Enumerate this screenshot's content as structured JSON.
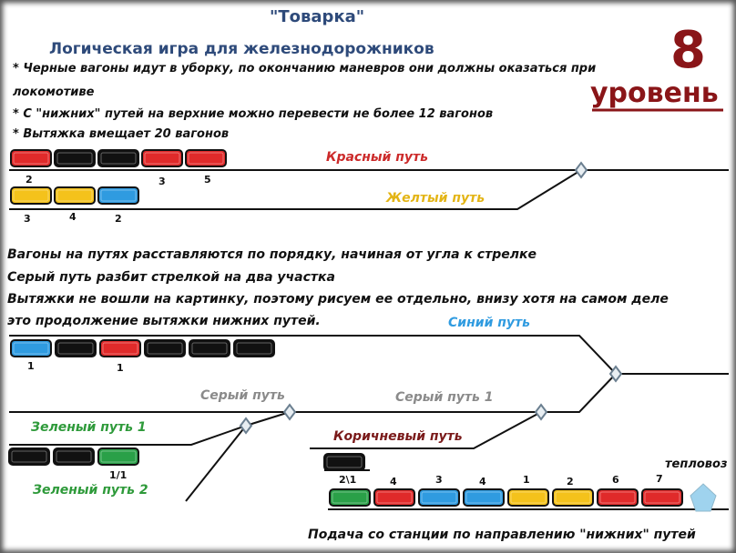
{
  "title": "\"Товарка\"",
  "subtitle": "Логическая игра для железнодорожников",
  "rules": [
    "* Черные вагоны идут в уборку, по окончанию маневров они должны оказаться при",
    "локомотиве",
    "* С \"нижних\" путей на верхние можно перевести не более 12 вагонов",
    "* Вытяжка вмещает 20 вагонов"
  ],
  "level": {
    "number": "8",
    "word": "уровень"
  },
  "notes": [
    "Вагоны на путях расставляются по порядку, начиная от угла к стрелке",
    "Серый путь разбит стрелкой на два участка",
    "Вытяжки не вошли на картинку, поэтому рисуем ее отдельно, внизу хотя на самом деле",
    "это продолжение вытяжки нижних путей."
  ],
  "tracks": {
    "red": "Красный путь",
    "yellow": "Желтый путь",
    "blue": "Синий путь",
    "gray": "Серый путь",
    "gray1": "Серый путь 1",
    "green1": "Зеленый путь 1",
    "green2": "Зеленый путь 2",
    "brown": "Коричневый путь"
  },
  "locomotive": "тепловоз",
  "footer": "Подача со станции по направлению \"нижних\" путей",
  "colors": {
    "red": "#e02a2a",
    "yellow": "#f4c21b",
    "blue": "#2f9be0",
    "black": "#111111",
    "green": "#2aa048",
    "label_red": "#cc2a2a",
    "label_yellow": "#e3b414",
    "label_blue": "#2f9be0",
    "label_gray": "#8a8a8a",
    "label_green": "#2e9a3a",
    "label_brown": "#7a1a1a",
    "loco": "#9fd3ee"
  },
  "wagon_rows": {
    "red_track": [
      "red",
      "black",
      "black",
      "red",
      "red"
    ],
    "red_track_nums": [
      "2",
      "3",
      "5"
    ],
    "yellow_track": [
      "yellow",
      "yellow",
      "blue"
    ],
    "yellow_track_nums": [
      "3",
      "4",
      "2"
    ],
    "blue_track": [
      "blue",
      "black",
      "red",
      "black",
      "black",
      "black"
    ],
    "blue_track_nums": [
      "1",
      "1"
    ],
    "green1_track": [
      "black",
      "black",
      "green"
    ],
    "green1_track_nums": [
      "1/1"
    ],
    "brown_track": [
      "black"
    ],
    "draw_track": [
      "green",
      "red",
      "blue",
      "blue",
      "yellow",
      "yellow",
      "red",
      "red"
    ],
    "draw_track_nums": [
      "2\\1",
      "4",
      "3",
      "4",
      "1",
      "2",
      "6",
      "7"
    ]
  }
}
